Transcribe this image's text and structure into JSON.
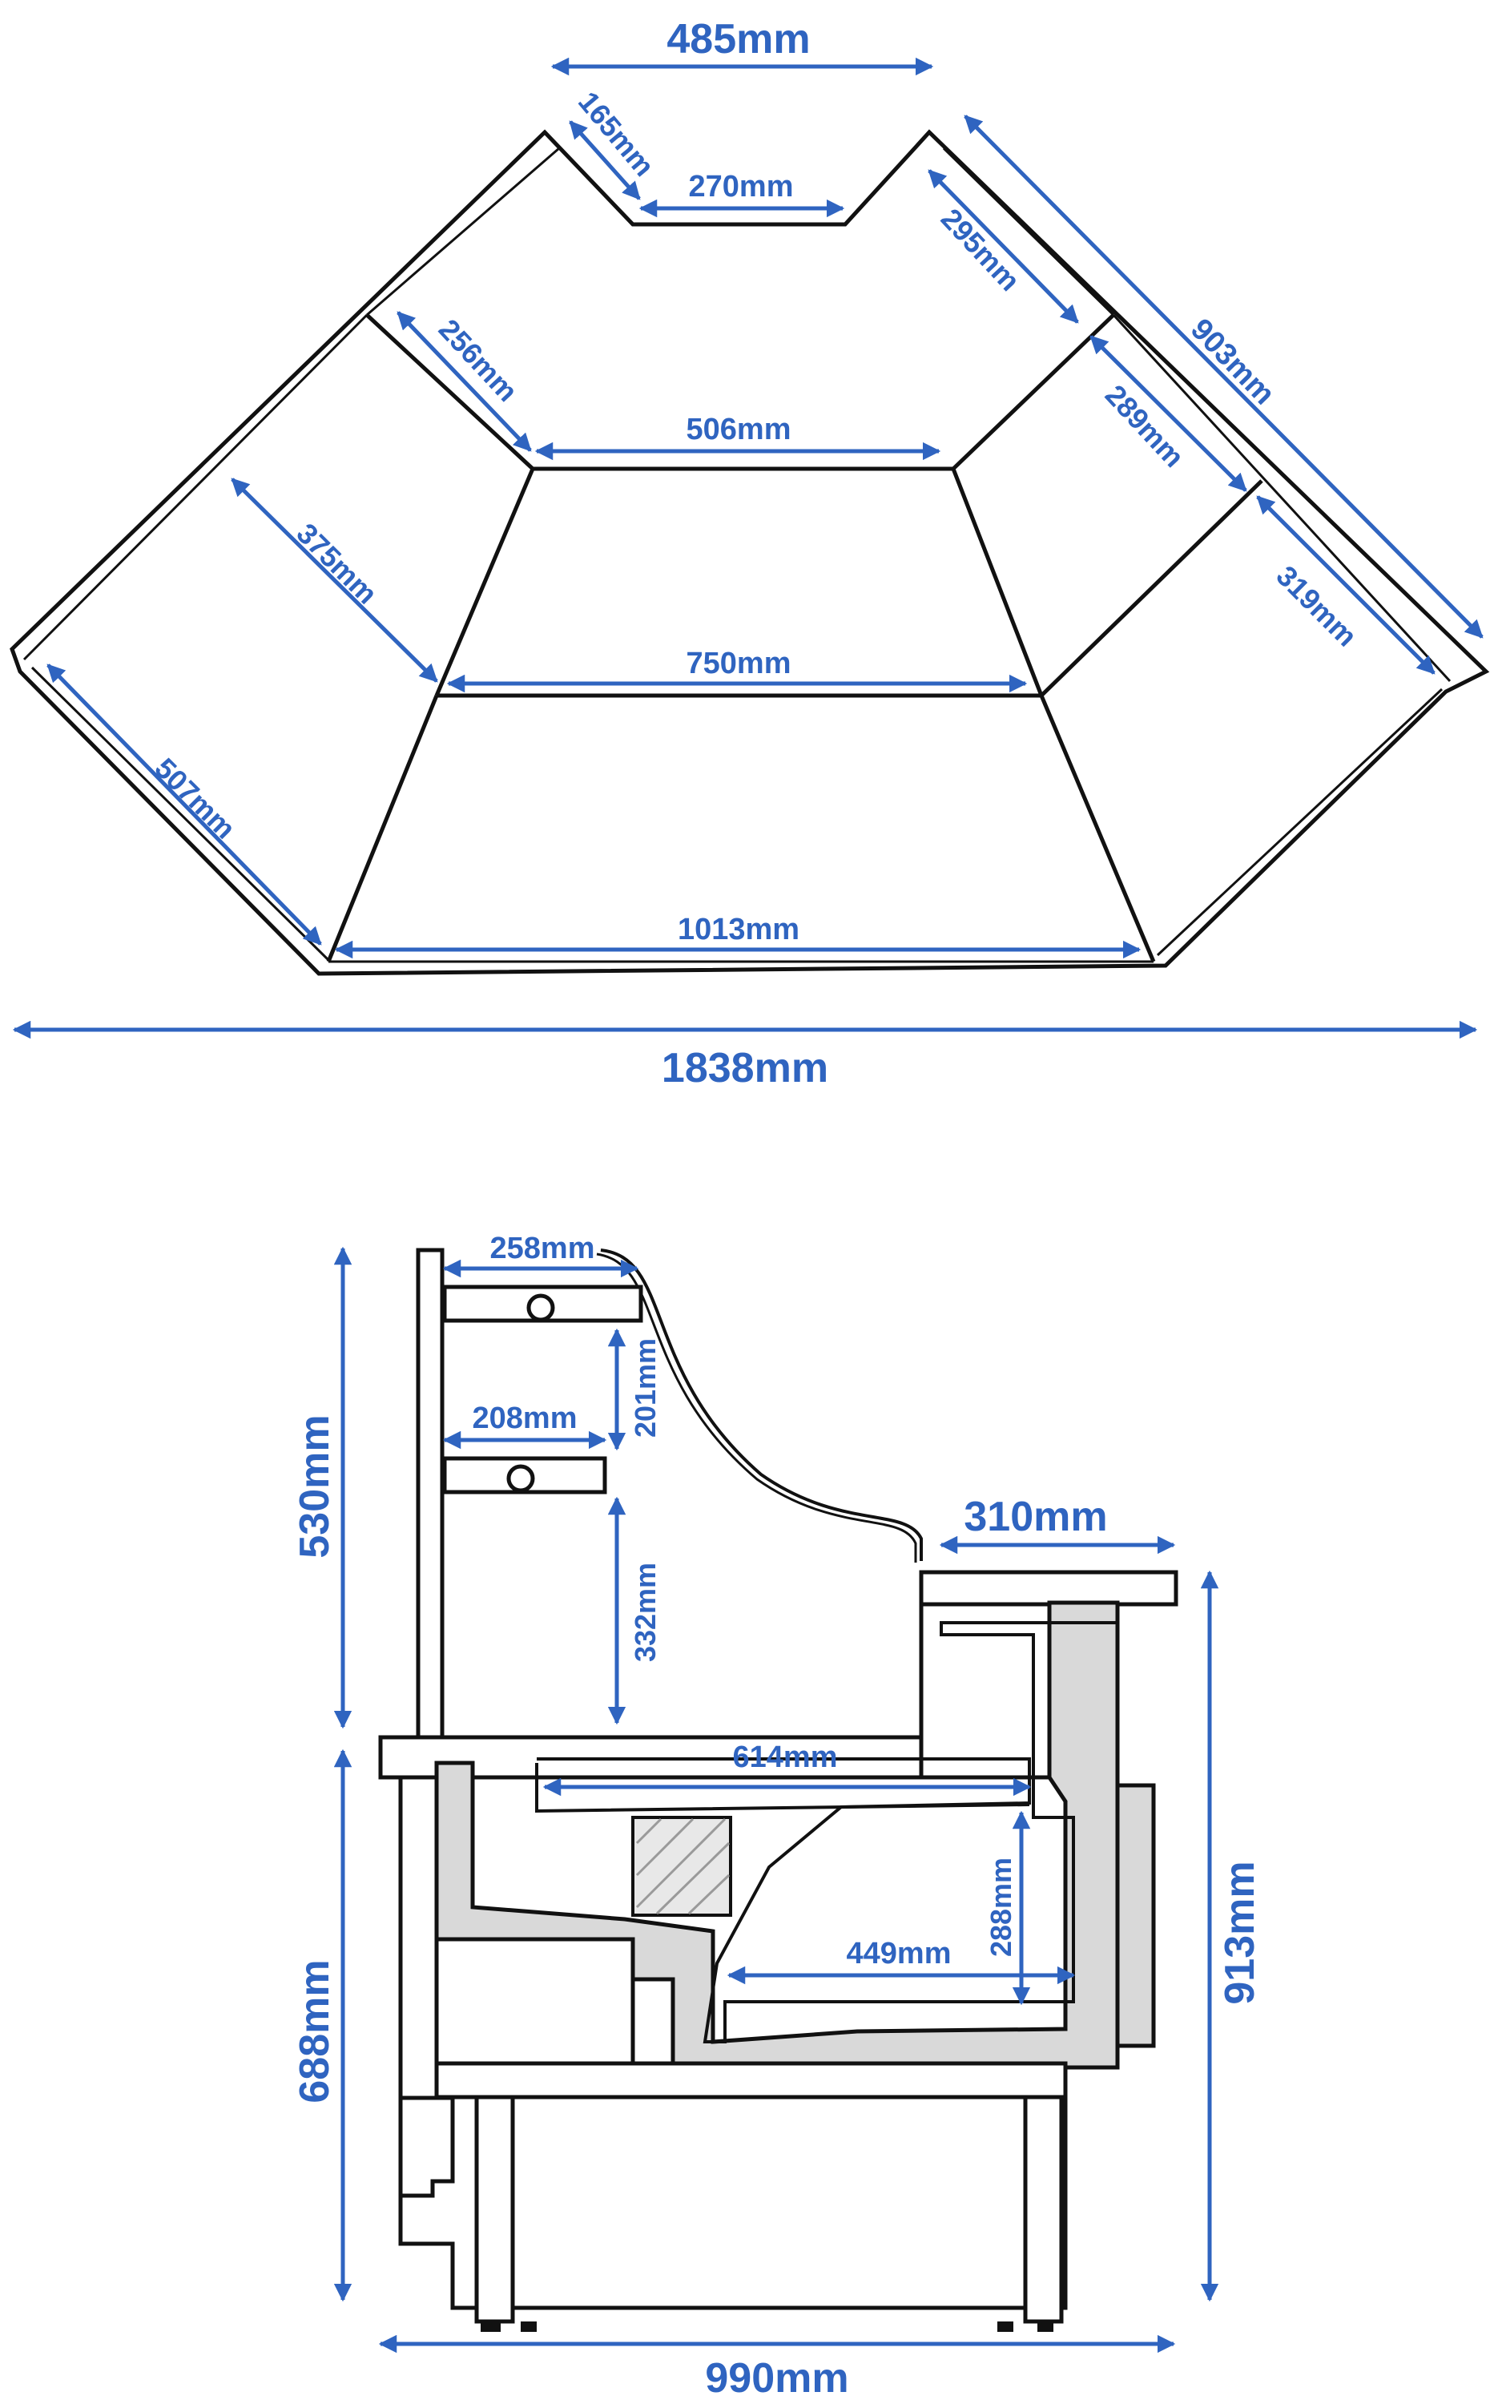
{
  "colors": {
    "dimension": "#2f64c0",
    "outline": "#111111",
    "insulation": "#d9d9d9"
  },
  "top_view": {
    "labels": {
      "l485": "485mm",
      "l165": "165mm",
      "l270": "270mm",
      "l295": "295mm",
      "l903": "903mm",
      "l256": "256mm",
      "l506": "506mm",
      "l289": "289mm",
      "l375": "375mm",
      "l750": "750mm",
      "l319": "319mm",
      "l507": "507mm",
      "l1013": "1013mm",
      "l1838": "1838mm"
    }
  },
  "side_view": {
    "labels": {
      "l258": "258mm",
      "l201": "201mm",
      "l208": "208mm",
      "l530": "530mm",
      "l332": "332mm",
      "l310": "310mm",
      "l614": "614mm",
      "l913": "913mm",
      "l688": "688mm",
      "l288": "288mm",
      "l449": "449mm",
      "l990": "990mm"
    }
  }
}
